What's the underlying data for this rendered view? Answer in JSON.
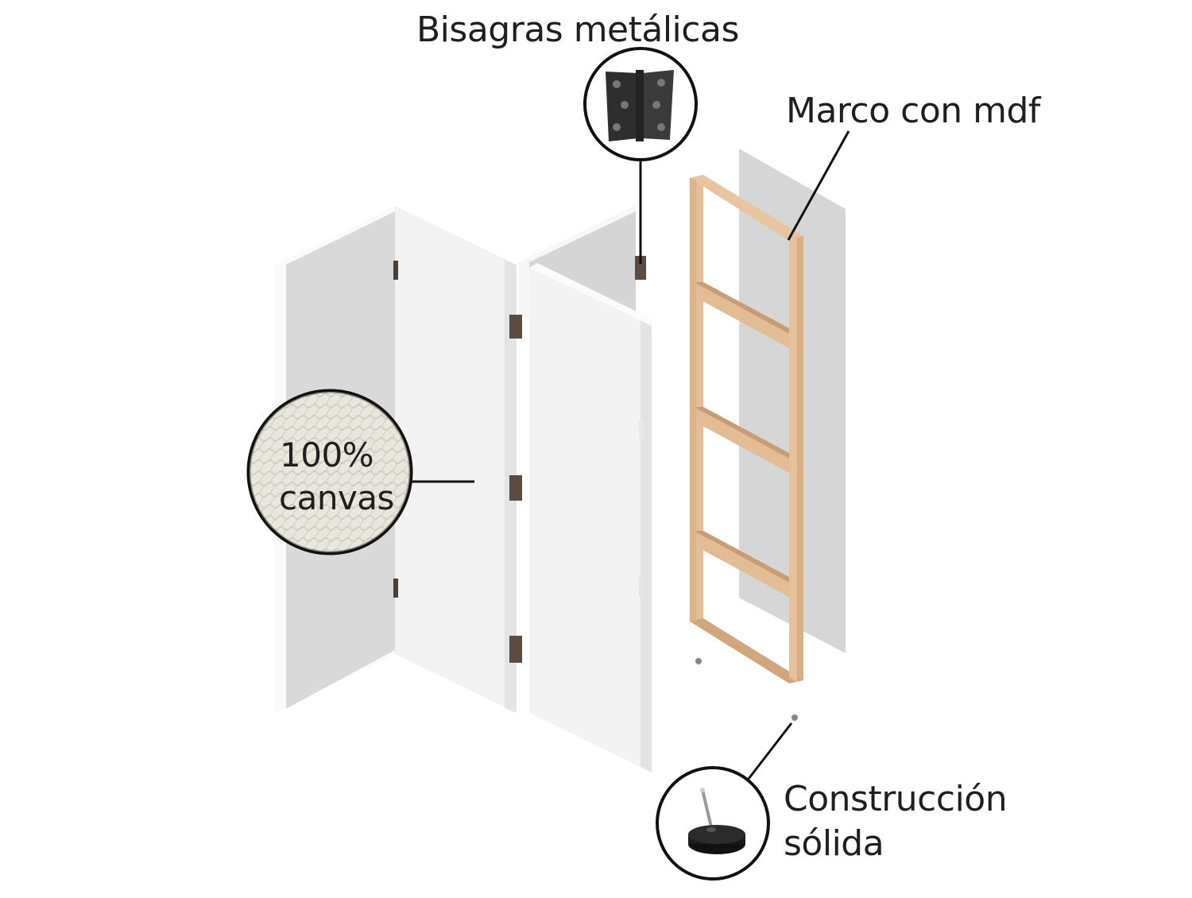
{
  "labels": {
    "hinges": "Bisagras metálicas",
    "frame": "Marco con mdf",
    "canvas_line1": "100%",
    "canvas_line2": "canvas",
    "solid_line1": "Construcción",
    "solid_line2": "sólida"
  },
  "colors": {
    "panel_face": "#f3f3f3",
    "panel_shadow": "#d8d8d8",
    "panel_edge": "#fafafa",
    "hinge": "#4a3f37",
    "wood": "#e2bd96",
    "wood_dark": "#c89c72",
    "backing": "#d4d4d4",
    "callout_line": "#111111"
  },
  "icons": [
    "hinge-icon",
    "canvas-texture-icon",
    "furniture-foot-icon"
  ]
}
